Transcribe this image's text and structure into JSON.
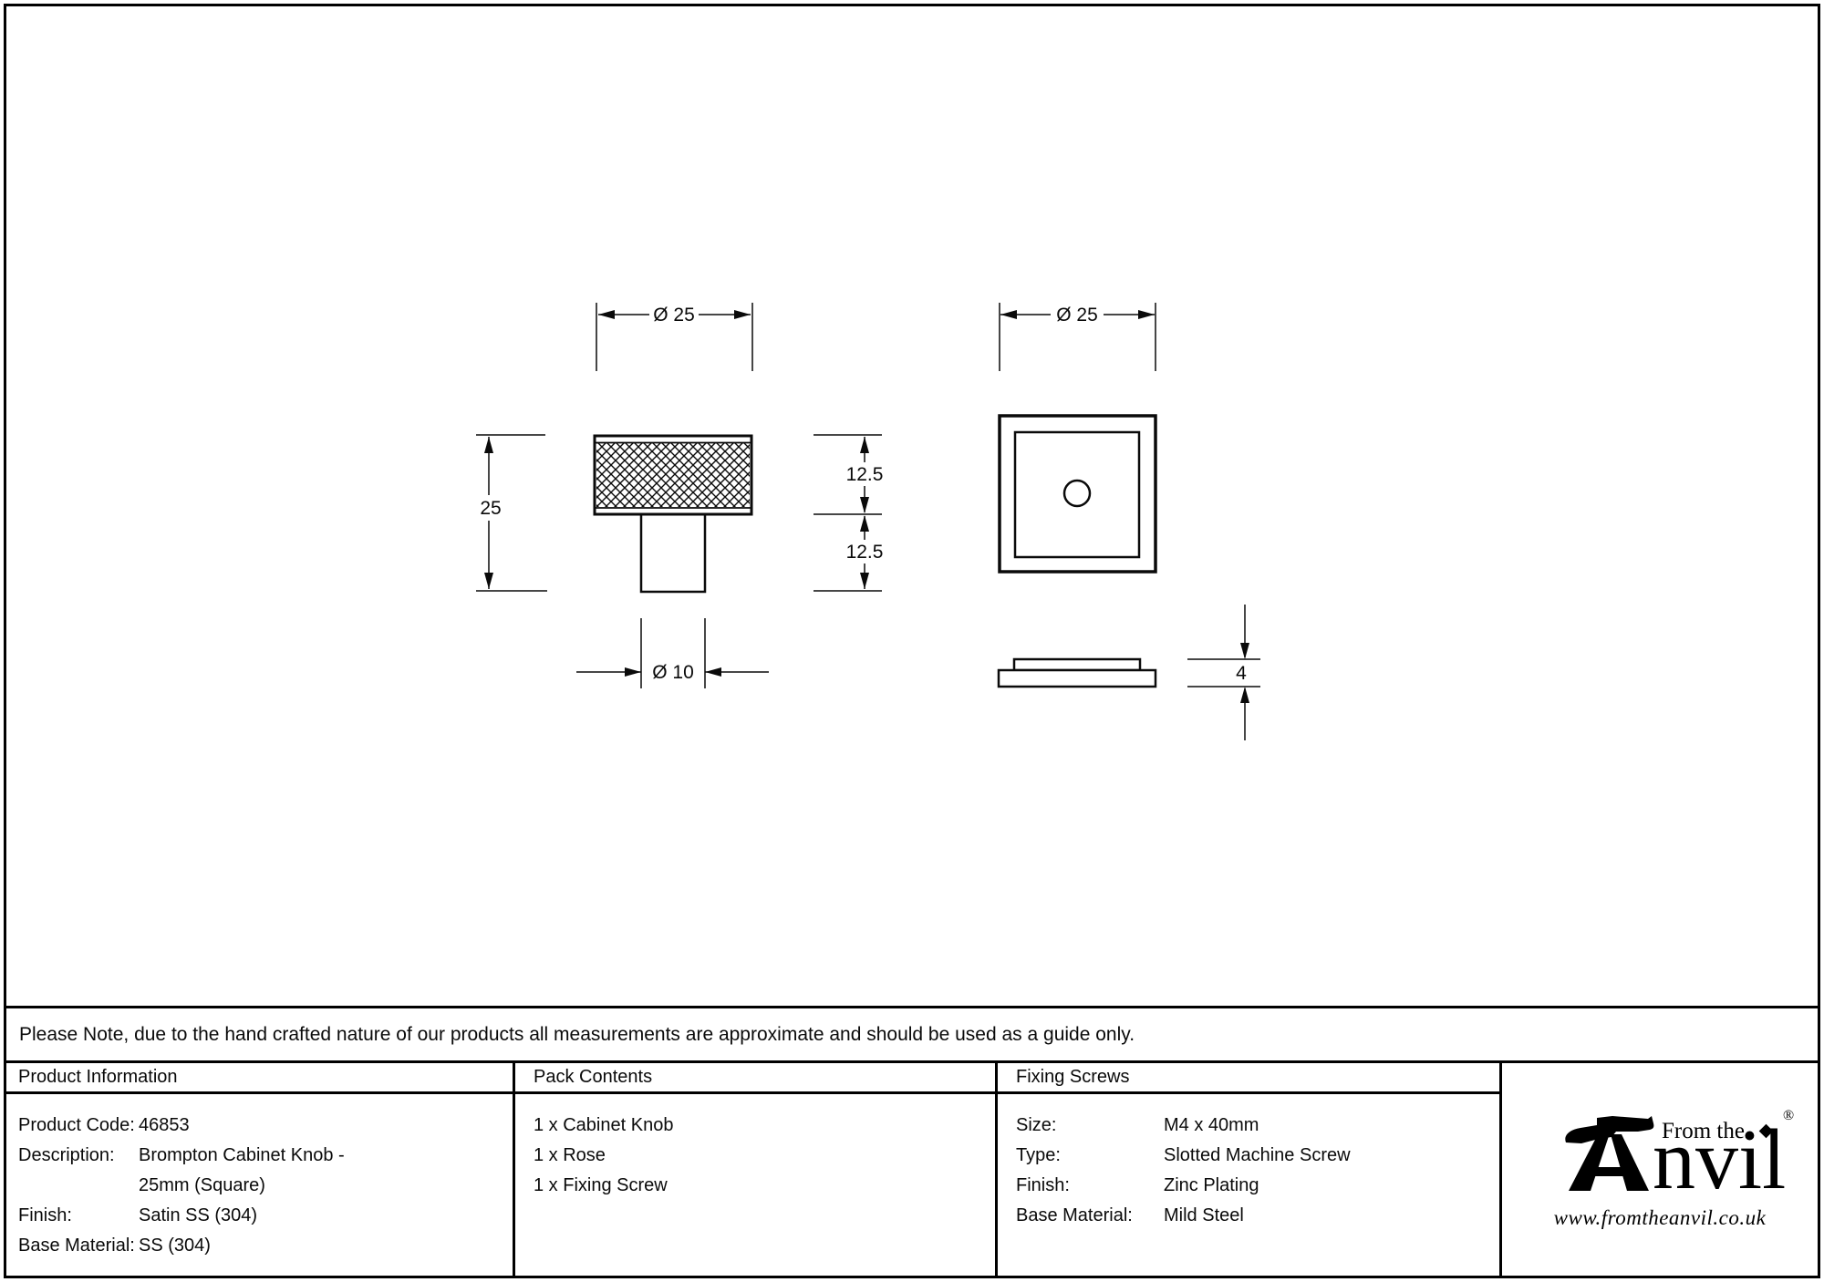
{
  "drawing": {
    "side_view": {
      "head_width": "Ø 25",
      "overall_height": "25",
      "head_height": "12.5",
      "stem_height": "12.5",
      "stem_width": "Ø 10"
    },
    "top_view": {
      "width": "Ø 25",
      "rose_thickness": "4"
    }
  },
  "note": "Please Note, due to the hand crafted nature of our products all measurements are approximate and should be used as a guide only.",
  "table": {
    "product_information": {
      "header": "Product Information",
      "rows": [
        {
          "label": "Product Code:",
          "value": "46853"
        },
        {
          "label": "Description:",
          "value": "Brompton Cabinet Knob - 25mm (Square)"
        },
        {
          "label": "Finish:",
          "value": "Satin SS (304)"
        },
        {
          "label": "Base Material:",
          "value": "SS (304)"
        }
      ]
    },
    "pack_contents": {
      "header": "Pack Contents",
      "items": [
        "1 x Cabinet Knob",
        "1 x Rose",
        "1 x Fixing Screw"
      ]
    },
    "fixing_screws": {
      "header": "Fixing Screws",
      "rows": [
        {
          "label": "Size:",
          "value": "M4 x 40mm"
        },
        {
          "label": "Type:",
          "value": "Slotted Machine Screw"
        },
        {
          "label": "Finish:",
          "value": "Zinc Plating"
        },
        {
          "label": "Base Material:",
          "value": "Mild Steel"
        }
      ]
    }
  },
  "logo": {
    "tagline": "From the",
    "brand_rest": "nvil",
    "registered": "®",
    "url": "www.fromtheanvil.co.uk"
  }
}
